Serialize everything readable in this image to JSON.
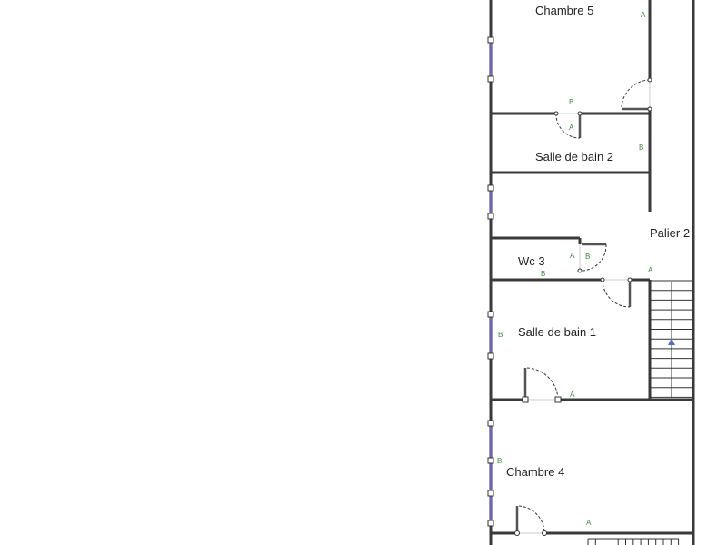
{
  "plan": {
    "rooms": {
      "chambre5": "Chambre 5",
      "salle_de_bain2": "Salle de bain 2",
      "palier2": "Palier 2",
      "wc3": "Wc 3",
      "salle_de_bain1": "Salle de bain 1",
      "chambre4": "Chambre 4"
    },
    "markers": [
      "A",
      "B",
      "A",
      "B",
      "A",
      "B",
      "B",
      "A",
      "B",
      "A",
      "B",
      "A"
    ]
  },
  "colors": {
    "wall": "#3a3a3a",
    "window": "#6a63c8",
    "marker": "#3a8a3a",
    "stair_arrow": "#4a6fd0"
  }
}
